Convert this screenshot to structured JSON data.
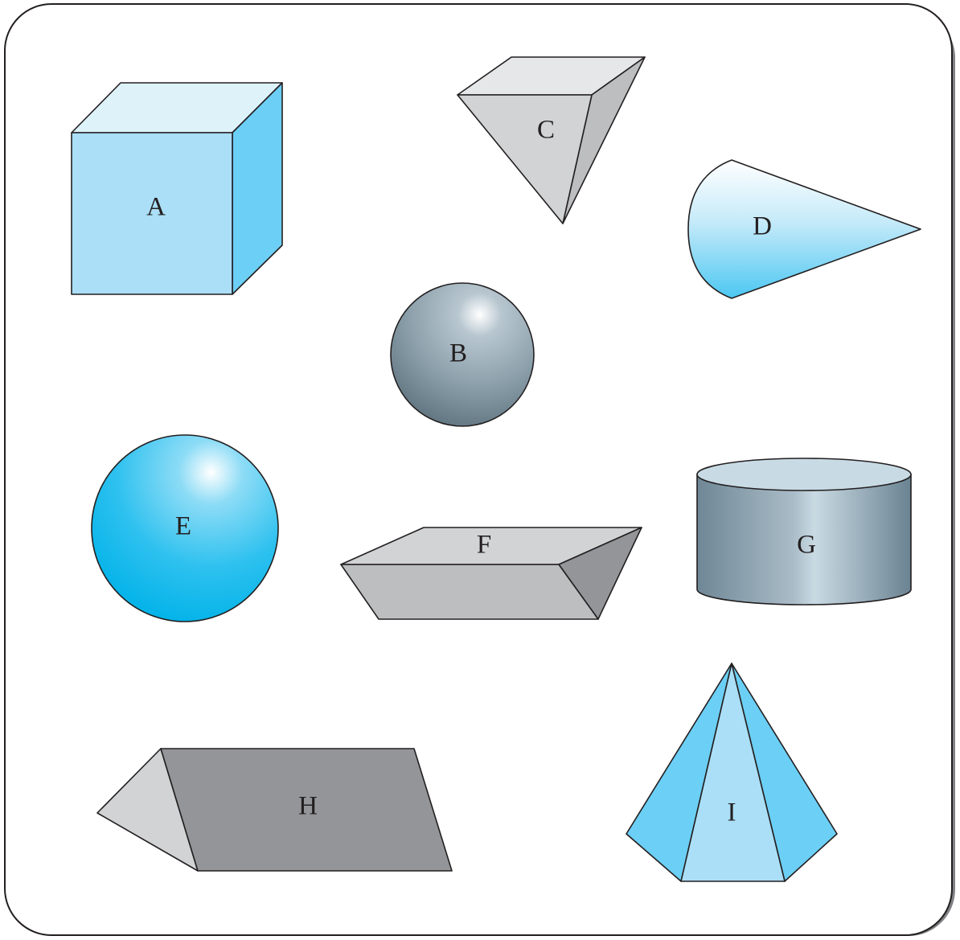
{
  "colors": {
    "cyan_light": "#aadff7",
    "cyan_mid": "#6ccff5",
    "cyan_top": "#def2fa",
    "cyan_ball": "#00b5eb",
    "grey_light": "#d1d3d4",
    "grey_top": "#e6e7e8",
    "grey_mid": "#bcbec0",
    "grey_dark": "#939598",
    "steel": "#6d8594",
    "outline": "#231f20",
    "frame_shadow": "#808285"
  },
  "shapes": [
    {
      "id": "A",
      "label": "A",
      "kind": "cube"
    },
    {
      "id": "B",
      "label": "B",
      "kind": "sphere"
    },
    {
      "id": "C",
      "label": "C",
      "kind": "triangular-pyramid"
    },
    {
      "id": "D",
      "label": "D",
      "kind": "cone"
    },
    {
      "id": "E",
      "label": "E",
      "kind": "sphere"
    },
    {
      "id": "F",
      "label": "F",
      "kind": "prism"
    },
    {
      "id": "G",
      "label": "G",
      "kind": "cylinder"
    },
    {
      "id": "H",
      "label": "H",
      "kind": "triangular-prism"
    },
    {
      "id": "I",
      "label": "I",
      "kind": "pyramid"
    }
  ]
}
